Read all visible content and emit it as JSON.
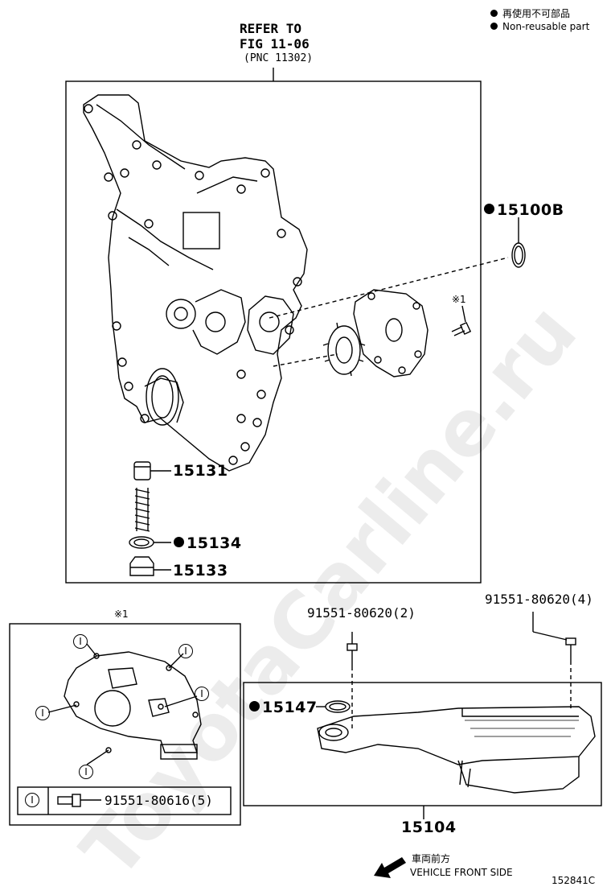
{
  "legend": {
    "jp": "再使用不可部品",
    "en": "Non-reusable part"
  },
  "refer": {
    "line1": "REFER TO",
    "line2": "FIG 11-06",
    "line3": "(PNC 11302)"
  },
  "parts": {
    "p15100B": "15100B",
    "p15131": "15131",
    "p15134": "15134",
    "p15133": "15133",
    "p15147": "15147",
    "p15104": "15104",
    "bolt_a": "91551-80620(2)",
    "bolt_b": "91551-80620(4)",
    "bolt_c": "91551-80616(5)",
    "callout_i": "I"
  },
  "notes": {
    "ref1_top": "※1",
    "ref1_detail": "※1"
  },
  "footer": {
    "front_jp": "車両前方",
    "front_en": "VEHICLE FRONT SIDE",
    "diagram_code": "152841C"
  },
  "watermark": "ToyotaCarline.ru"
}
